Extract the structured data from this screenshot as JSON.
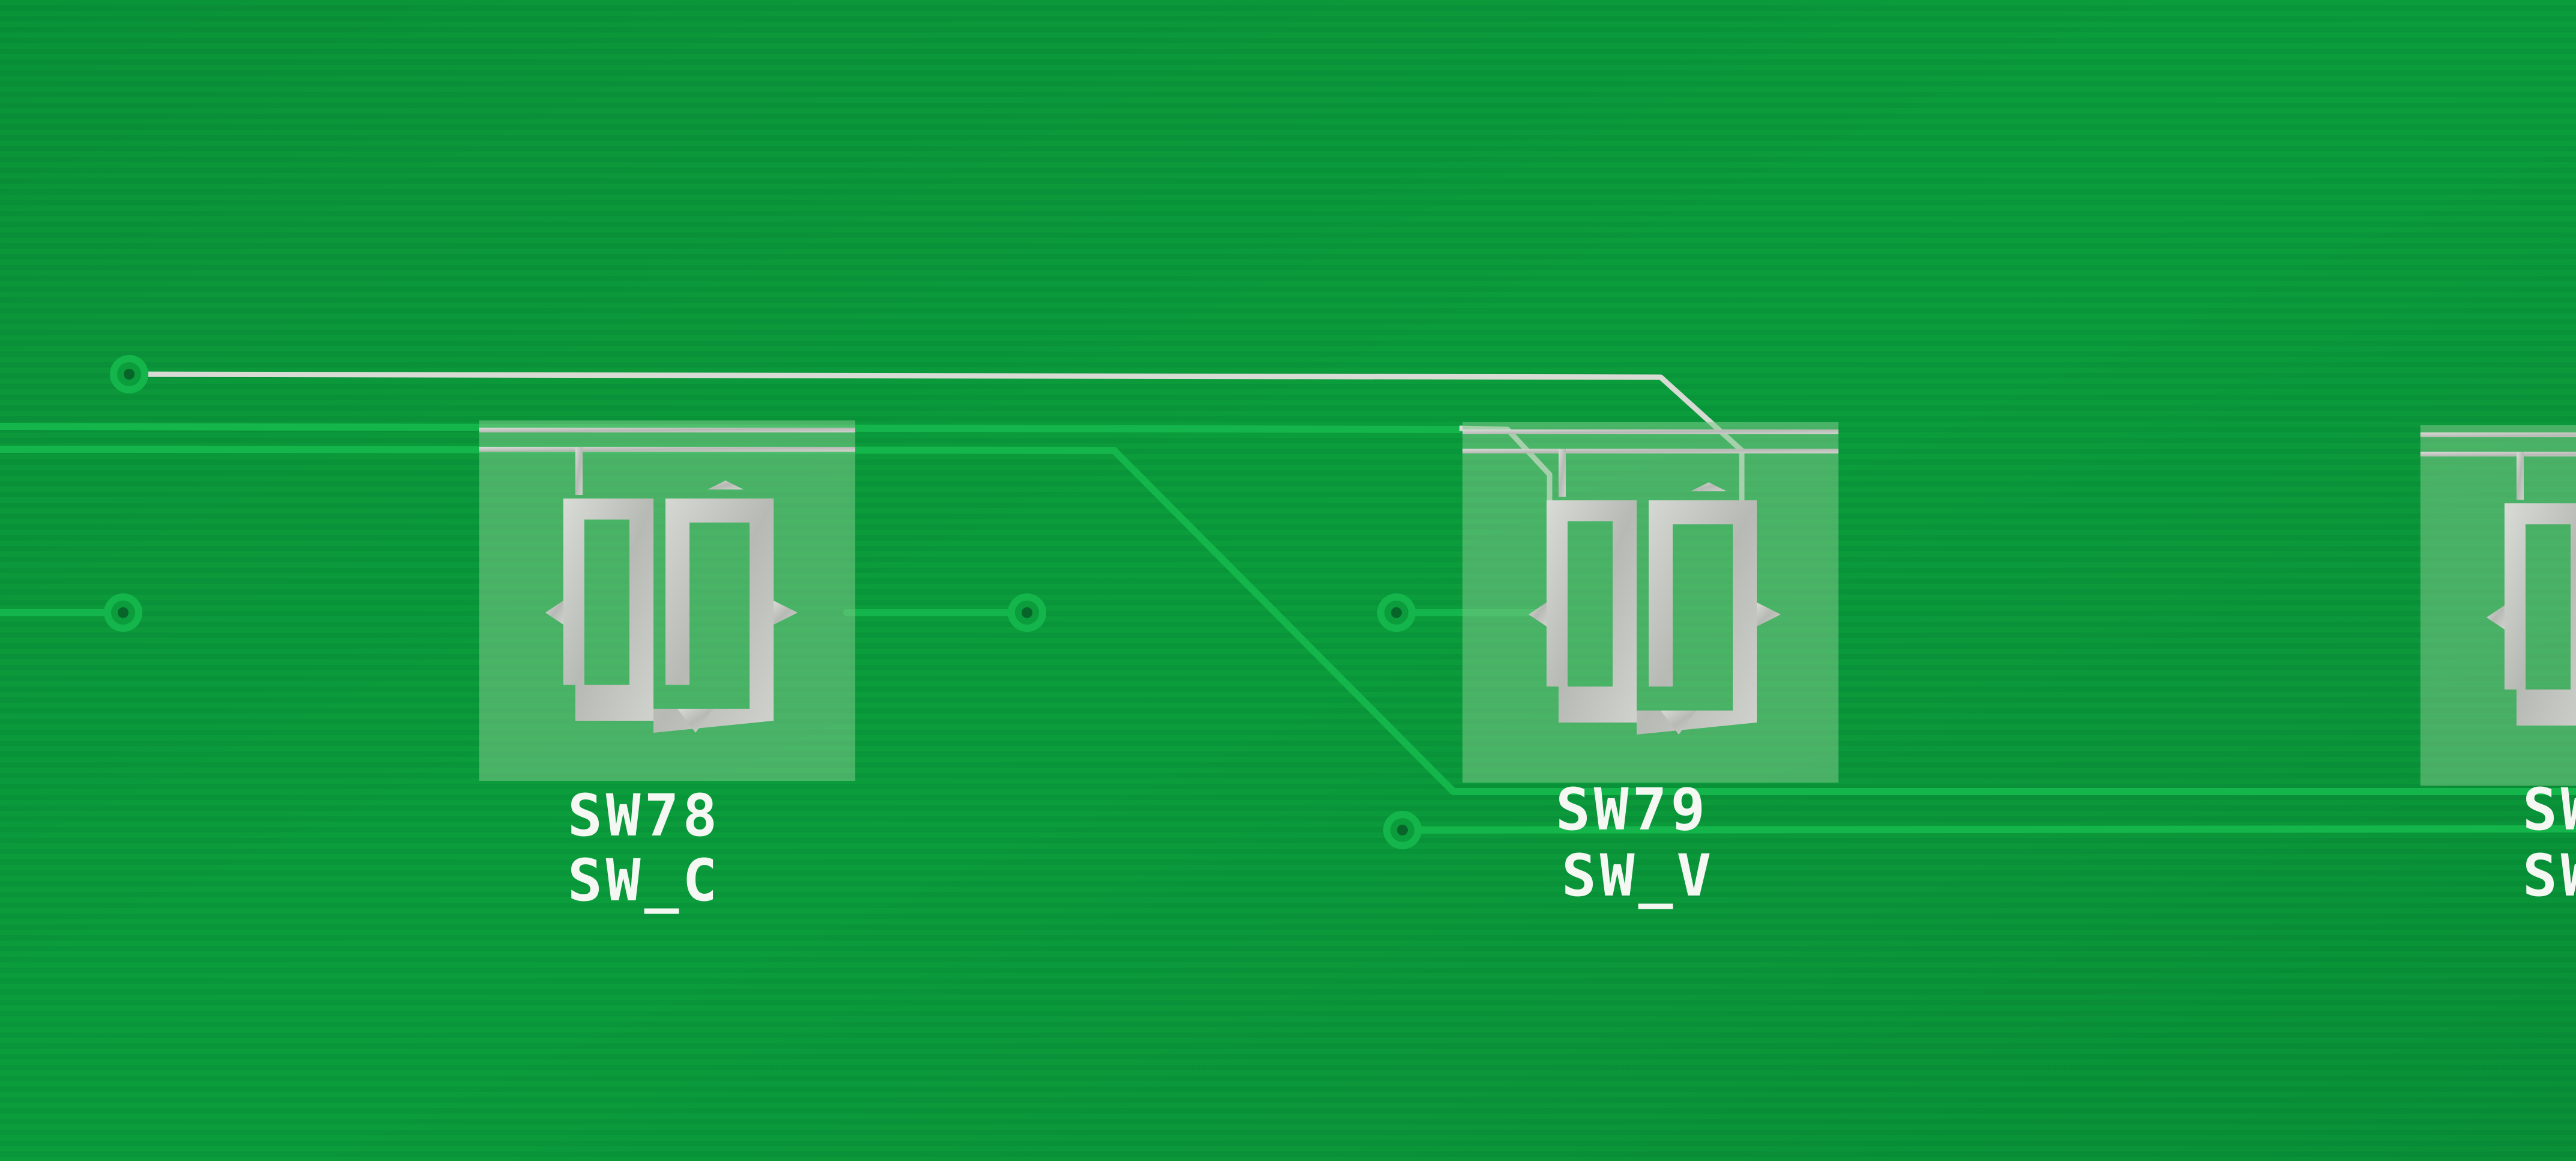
{
  "board": {
    "colors": {
      "solder_mask": "#0a9a3a",
      "trace": "#14b54a",
      "exposed_copper": "#c9cbc6",
      "silkscreen": "#f4f7f2",
      "pad_window": "#7ec98a"
    },
    "switches": [
      {
        "designator": "SW78",
        "value": "SW_C"
      },
      {
        "designator": "SW79",
        "value": "SW_V"
      },
      {
        "designator": "SW",
        "value": "SW"
      }
    ]
  }
}
